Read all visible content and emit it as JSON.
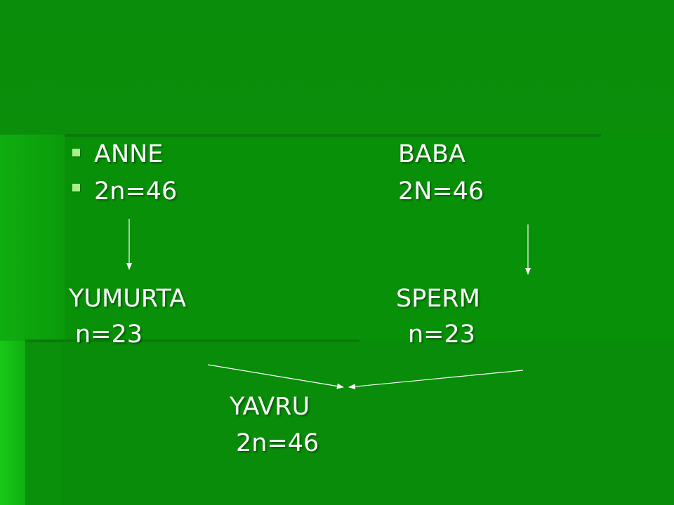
{
  "slide": {
    "background_color": "#0a8a0a",
    "bullet_color": "#a6f08a",
    "text_color": "#ffffff"
  },
  "parents": {
    "mother_label": "ANNE",
    "father_label": "BABA",
    "mother_chromosomes": "2n=46",
    "father_chromosomes": "2N=46"
  },
  "gametes": {
    "egg_label": "YUMURTA",
    "sperm_label": "SPERM",
    "egg_chromosomes": "n=23",
    "sperm_chromosomes": "n=23"
  },
  "offspring": {
    "label": "YAVRU",
    "chromosomes": "2n=46"
  }
}
